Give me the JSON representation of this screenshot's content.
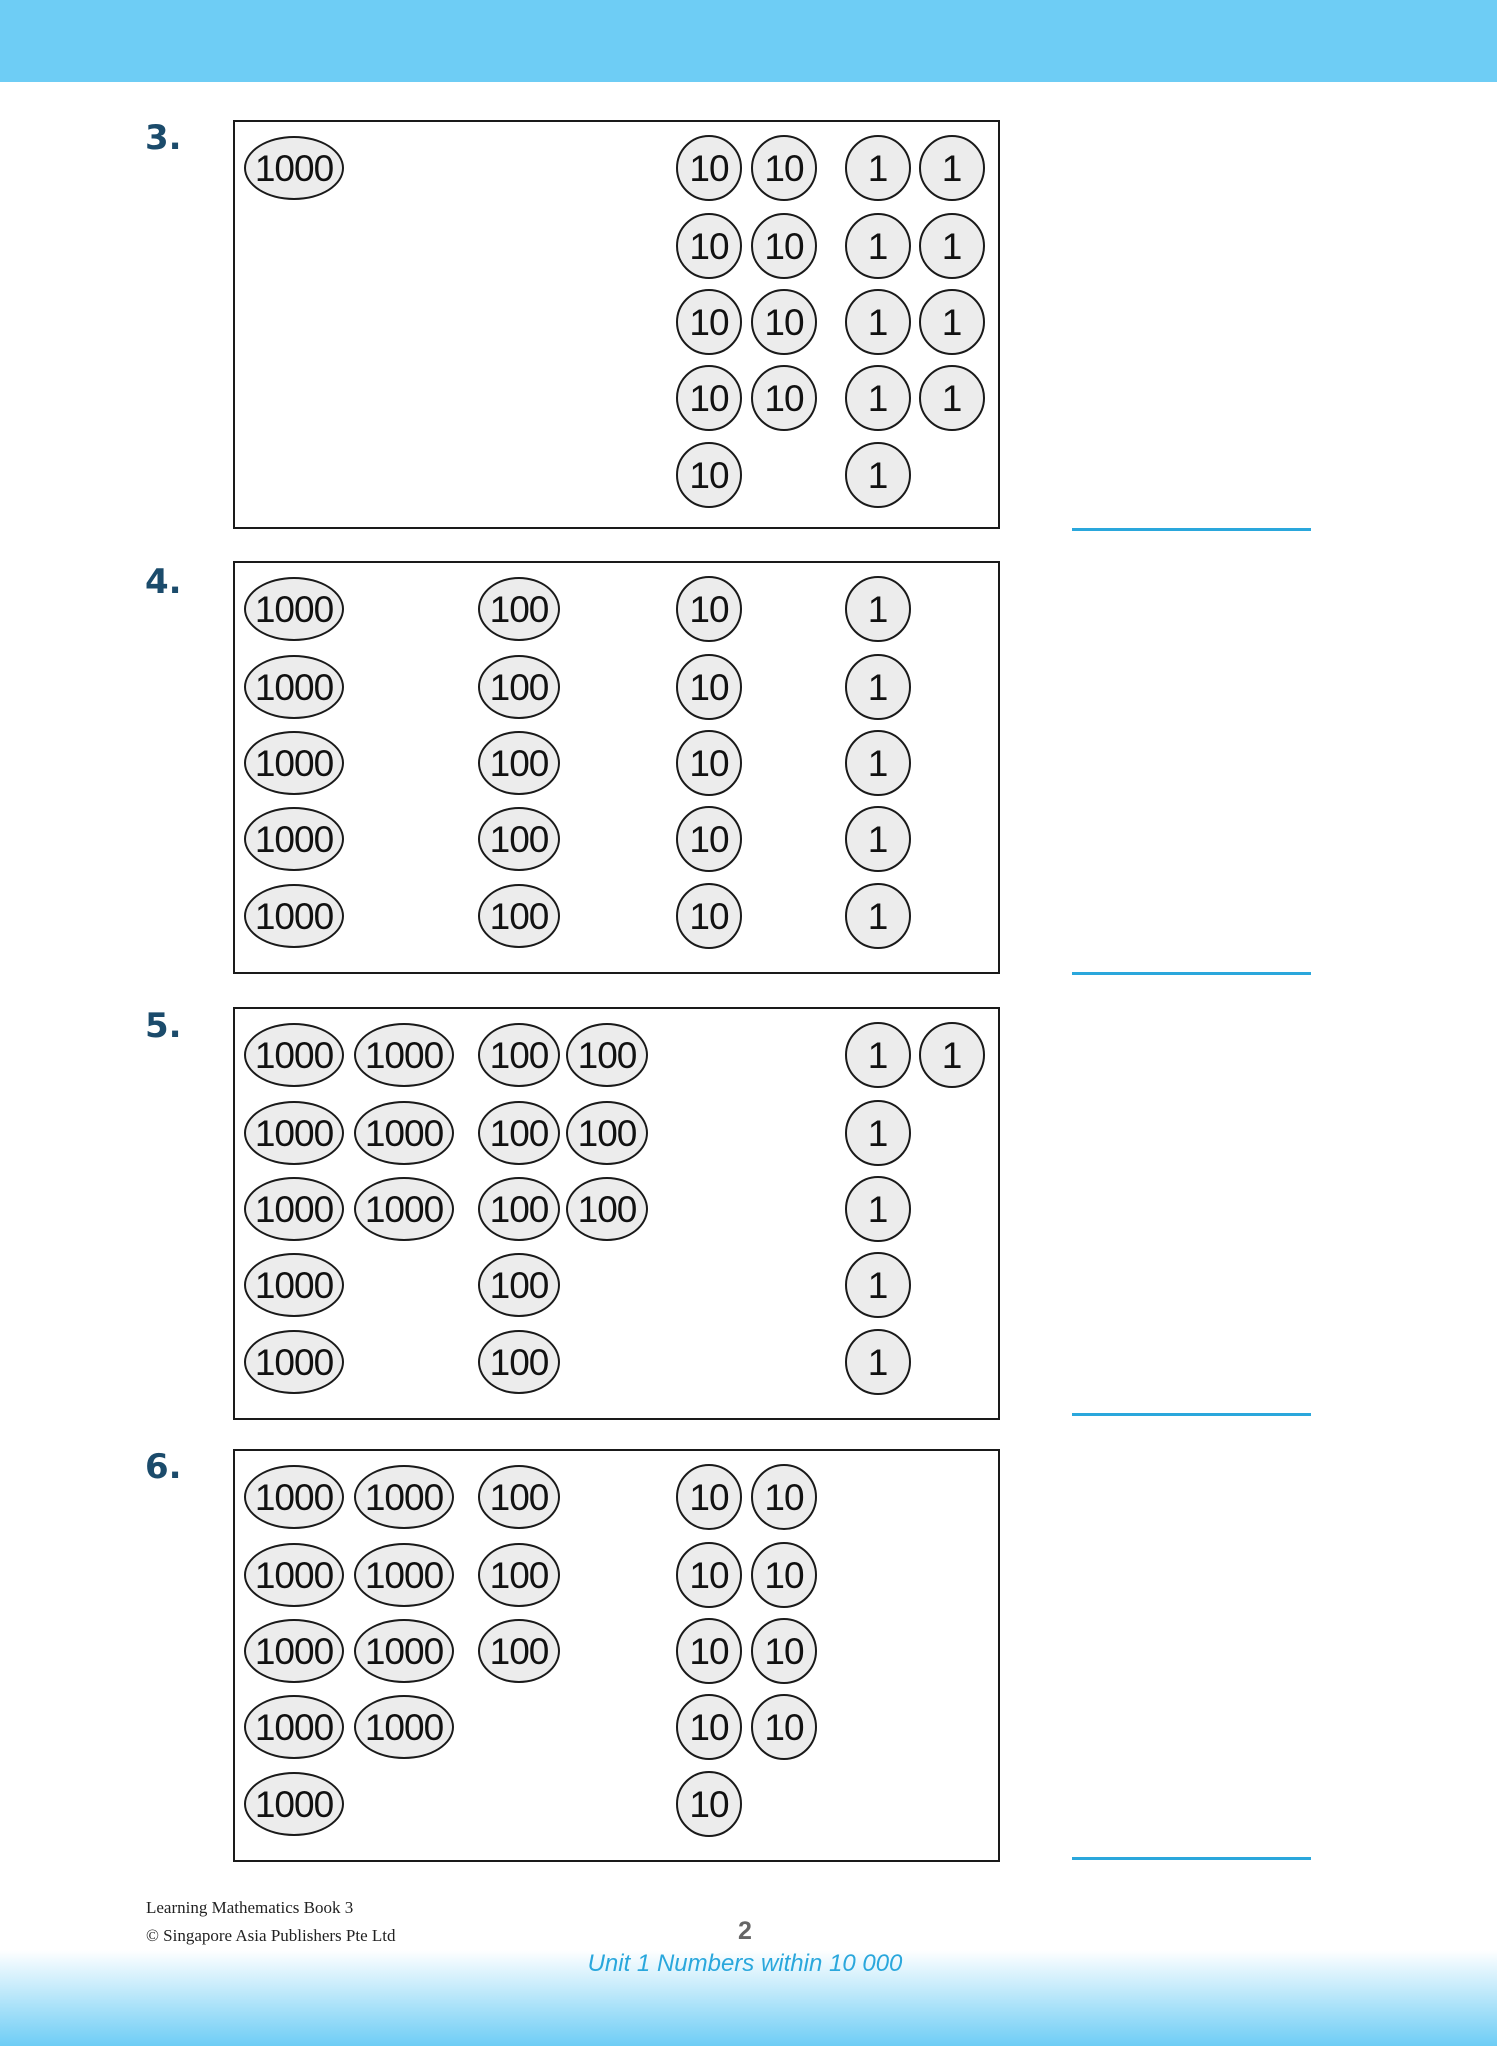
{
  "colors": {
    "header_band": "#6ecdf5",
    "accent_line": "#2aa7dc",
    "question_number": "#1b4b6b",
    "unit_label": "#2aa7dc",
    "chip_fill": "#ececec"
  },
  "questions": [
    {
      "number": "3.",
      "chips": [
        {
          "t": "1000",
          "c": 0,
          "r": 0
        },
        {
          "t": "10",
          "c": 5,
          "r": 0
        },
        {
          "t": "10",
          "c": 6,
          "r": 0
        },
        {
          "t": "1",
          "c": 7,
          "r": 0
        },
        {
          "t": "1",
          "c": 8,
          "r": 0
        },
        {
          "t": "10",
          "c": 5,
          "r": 1
        },
        {
          "t": "10",
          "c": 6,
          "r": 1
        },
        {
          "t": "1",
          "c": 7,
          "r": 1
        },
        {
          "t": "1",
          "c": 8,
          "r": 1
        },
        {
          "t": "10",
          "c": 5,
          "r": 2
        },
        {
          "t": "10",
          "c": 6,
          "r": 2
        },
        {
          "t": "1",
          "c": 7,
          "r": 2
        },
        {
          "t": "1",
          "c": 8,
          "r": 2
        },
        {
          "t": "10",
          "c": 5,
          "r": 3
        },
        {
          "t": "10",
          "c": 6,
          "r": 3
        },
        {
          "t": "1",
          "c": 7,
          "r": 3
        },
        {
          "t": "1",
          "c": 8,
          "r": 3
        },
        {
          "t": "10",
          "c": 5,
          "r": 4
        },
        {
          "t": "1",
          "c": 7,
          "r": 4
        }
      ]
    },
    {
      "number": "4.",
      "chips": [
        {
          "t": "1000",
          "c": 0,
          "r": 0
        },
        {
          "t": "100",
          "c": 2,
          "r": 0
        },
        {
          "t": "10",
          "c": 5,
          "r": 0
        },
        {
          "t": "1",
          "c": 7,
          "r": 0
        },
        {
          "t": "1000",
          "c": 0,
          "r": 1
        },
        {
          "t": "100",
          "c": 2,
          "r": 1
        },
        {
          "t": "10",
          "c": 5,
          "r": 1
        },
        {
          "t": "1",
          "c": 7,
          "r": 1
        },
        {
          "t": "1000",
          "c": 0,
          "r": 2
        },
        {
          "t": "100",
          "c": 2,
          "r": 2
        },
        {
          "t": "10",
          "c": 5,
          "r": 2
        },
        {
          "t": "1",
          "c": 7,
          "r": 2
        },
        {
          "t": "1000",
          "c": 0,
          "r": 3
        },
        {
          "t": "100",
          "c": 2,
          "r": 3
        },
        {
          "t": "10",
          "c": 5,
          "r": 3
        },
        {
          "t": "1",
          "c": 7,
          "r": 3
        },
        {
          "t": "1000",
          "c": 0,
          "r": 4
        },
        {
          "t": "100",
          "c": 2,
          "r": 4
        },
        {
          "t": "10",
          "c": 5,
          "r": 4
        },
        {
          "t": "1",
          "c": 7,
          "r": 4
        }
      ]
    },
    {
      "number": "5.",
      "chips": [
        {
          "t": "1000",
          "c": 0,
          "r": 0
        },
        {
          "t": "1000",
          "c": 1,
          "r": 0
        },
        {
          "t": "100",
          "c": 2,
          "r": 0
        },
        {
          "t": "100",
          "c": 3,
          "r": 0
        },
        {
          "t": "1",
          "c": 7,
          "r": 0
        },
        {
          "t": "1",
          "c": 8,
          "r": 0
        },
        {
          "t": "1000",
          "c": 0,
          "r": 1
        },
        {
          "t": "1000",
          "c": 1,
          "r": 1
        },
        {
          "t": "100",
          "c": 2,
          "r": 1
        },
        {
          "t": "100",
          "c": 3,
          "r": 1
        },
        {
          "t": "1",
          "c": 7,
          "r": 1
        },
        {
          "t": "1000",
          "c": 0,
          "r": 2
        },
        {
          "t": "1000",
          "c": 1,
          "r": 2
        },
        {
          "t": "100",
          "c": 2,
          "r": 2
        },
        {
          "t": "100",
          "c": 3,
          "r": 2
        },
        {
          "t": "1",
          "c": 7,
          "r": 2
        },
        {
          "t": "1000",
          "c": 0,
          "r": 3
        },
        {
          "t": "100",
          "c": 2,
          "r": 3
        },
        {
          "t": "1",
          "c": 7,
          "r": 3
        },
        {
          "t": "1000",
          "c": 0,
          "r": 4
        },
        {
          "t": "100",
          "c": 2,
          "r": 4
        },
        {
          "t": "1",
          "c": 7,
          "r": 4
        }
      ]
    },
    {
      "number": "6.",
      "chips": [
        {
          "t": "1000",
          "c": 0,
          "r": 0
        },
        {
          "t": "1000",
          "c": 1,
          "r": 0
        },
        {
          "t": "100",
          "c": 2,
          "r": 0
        },
        {
          "t": "10",
          "c": 5,
          "r": 0
        },
        {
          "t": "10",
          "c": 6,
          "r": 0
        },
        {
          "t": "1000",
          "c": 0,
          "r": 1
        },
        {
          "t": "1000",
          "c": 1,
          "r": 1
        },
        {
          "t": "100",
          "c": 2,
          "r": 1
        },
        {
          "t": "10",
          "c": 5,
          "r": 1
        },
        {
          "t": "10",
          "c": 6,
          "r": 1
        },
        {
          "t": "1000",
          "c": 0,
          "r": 2
        },
        {
          "t": "1000",
          "c": 1,
          "r": 2
        },
        {
          "t": "100",
          "c": 2,
          "r": 2
        },
        {
          "t": "10",
          "c": 5,
          "r": 2
        },
        {
          "t": "10",
          "c": 6,
          "r": 2
        },
        {
          "t": "1000",
          "c": 0,
          "r": 3
        },
        {
          "t": "1000",
          "c": 1,
          "r": 3
        },
        {
          "t": "10",
          "c": 5,
          "r": 3
        },
        {
          "t": "10",
          "c": 6,
          "r": 3
        },
        {
          "t": "1000",
          "c": 0,
          "r": 4
        },
        {
          "t": "10",
          "c": 5,
          "r": 4
        }
      ]
    }
  ],
  "footer": {
    "book_title": "Learning Mathematics Book 3",
    "copyright": "© Singapore Asia Publishers Pte Ltd",
    "page_number": "2",
    "unit_label": "Unit 1  Numbers within 10 000"
  }
}
